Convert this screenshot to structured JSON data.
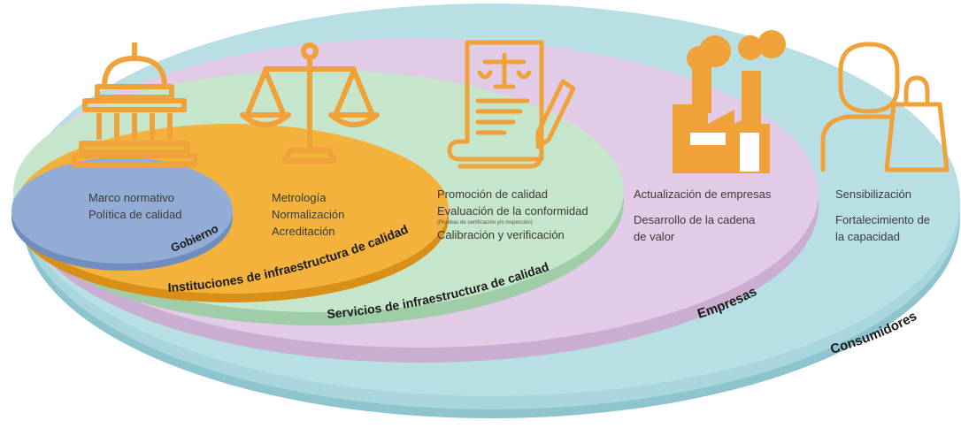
{
  "colors": {
    "gobierno": "#8fa8d4",
    "instituciones": "#f2b23c",
    "servicios": "#bfe3c6",
    "empresas": "#e1c8e6",
    "consumidores": "#b6dde3",
    "icon": "#f0a23a"
  },
  "icons": [
    "capitol-icon",
    "scales-icon",
    "certificate-icon",
    "factory-icon",
    "consumer-icon"
  ],
  "layers": {
    "gobierno": {
      "label": "Gobierno",
      "items": [
        "Marco normativo",
        "Política de calidad"
      ]
    },
    "instituciones": {
      "label": "Instituciones de infraestructura de calidad",
      "items": [
        "Metrología",
        "Normalización",
        "Acreditación"
      ]
    },
    "servicios": {
      "label": "Servicios de infraestructura de calidad",
      "item1": "Promoción de calidad",
      "item2": "Evaluación de la conformidad",
      "note": "(Pruebas de certificación y/o inspección)",
      "item3": "Calibración y verificación"
    },
    "empresas": {
      "label": "Empresas",
      "item1": "Actualización de empresas",
      "item2a": "Desarrollo de la cadena",
      "item2b": "de valor"
    },
    "consumidores": {
      "label": "Consumidores",
      "item1": "Sensibilización",
      "item2a": "Fortalecimiento de",
      "item2b": "la capacidad"
    }
  }
}
